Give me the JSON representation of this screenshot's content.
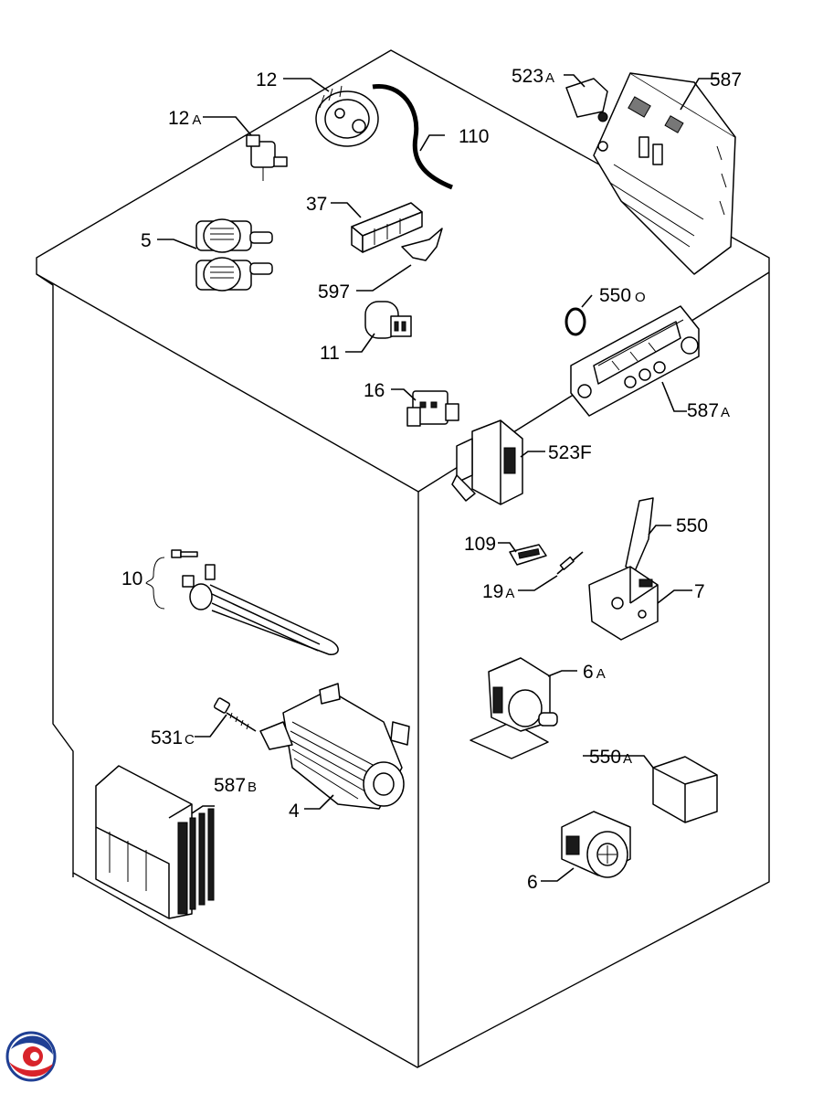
{
  "labels": {
    "p12": "12",
    "p12a": "12",
    "p12a_suffix": "A",
    "p110": "110",
    "p523a": "523",
    "p523a_suffix": "A",
    "p587": "587",
    "p37": "37",
    "p5": "5",
    "p597": "597",
    "p550o": "550",
    "p550o_suffix": "O",
    "p11": "11",
    "p587a": "587",
    "p587a_suffix": "A",
    "p16": "16",
    "p523f": "523F",
    "p550": "550",
    "p109": "109",
    "p19a": "19",
    "p19a_suffix": "A",
    "p7": "7",
    "p10": "10",
    "p6a": "6",
    "p6a_suffix": "A",
    "p531c": "531",
    "p531c_suffix": "C",
    "p587b": "587",
    "p587b_suffix": "B",
    "p550a": "550",
    "p550a_suffix": "A",
    "p4": "4",
    "p6": "6"
  },
  "colors": {
    "line": "#000000",
    "background": "#ffffff",
    "logo_red": "#d8232a",
    "logo_blue": "#1f3f94"
  }
}
